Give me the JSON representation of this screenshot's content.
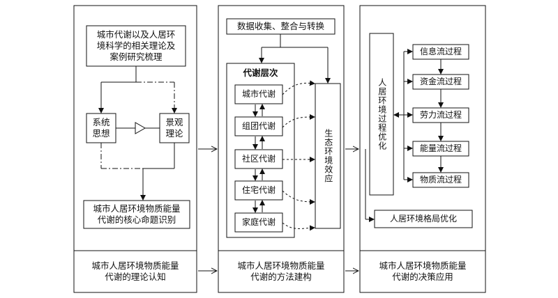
{
  "col1": {
    "box_theory_review": "城市代谢以及人居环\n境科学的相关理论及\n案例研究梳理",
    "box_system_thinking": "系统\n思想",
    "box_landscape_theory": "景观\n理论",
    "box_core_issues": "城市人居环境物质能量\n代谢的核心命题识别",
    "footer": "城市人居环境物质能量\n代谢的理论认知"
  },
  "col2": {
    "box_data": "数据收集、整合与转换",
    "hierarchy_title": "代谢层次",
    "levels": [
      "城市代谢",
      "组团代谢",
      "社区代谢",
      "住宅代谢",
      "家庭代谢"
    ],
    "box_eco_effect": "生态环境效应",
    "footer": "城市人居环境物质能量\n代谢的方法建构"
  },
  "col3": {
    "box_process_opt": "人居环境过程优化",
    "processes": [
      "信息流过程",
      "资金流过程",
      "劳力流过程",
      "能量流过程",
      "物质流过程"
    ],
    "box_pattern_opt": "人居环境格局优化",
    "footer": "城市人居环境物质能量\n代谢的决策应用"
  }
}
